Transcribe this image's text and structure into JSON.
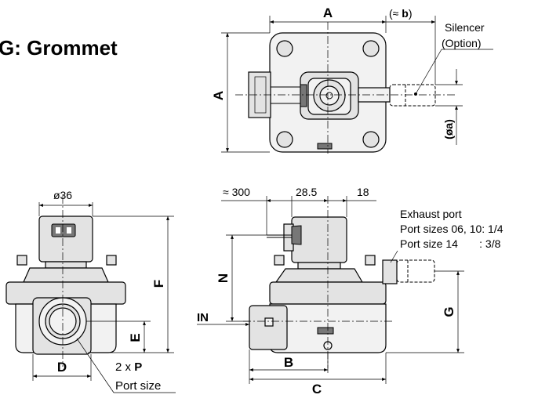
{
  "title": "G: Grommet",
  "top_view": {
    "dim_width": "A",
    "dim_height": "A",
    "dim_silencer_len_open": "(≈ ",
    "dim_silencer_len_var": "b",
    "dim_silencer_len_close": ")",
    "dim_silencer_dia": "(øa)",
    "silencer_label_line1": "Silencer",
    "silencer_label_line2": "(Option)"
  },
  "side_view": {
    "dim_diameter": "ø36",
    "dim_height": "F",
    "dim_port_height": "E",
    "dim_width": "D",
    "port_count": "2 x ",
    "port_var": "P",
    "port_size_label": "Port size"
  },
  "front_view": {
    "dim_lead": "≈ 300",
    "dim_offset": "28.5",
    "dim_coil": "18",
    "exhaust_title": "Exhaust port",
    "exhaust_line1": "Port sizes 06, 10: 1/4",
    "exhaust_line2": "Port size 14       : 3/8",
    "dim_height": "N",
    "dim_exhaust_height": "G",
    "dim_inlet_to_center": "B",
    "dim_length": "C",
    "inlet_label": "IN"
  }
}
